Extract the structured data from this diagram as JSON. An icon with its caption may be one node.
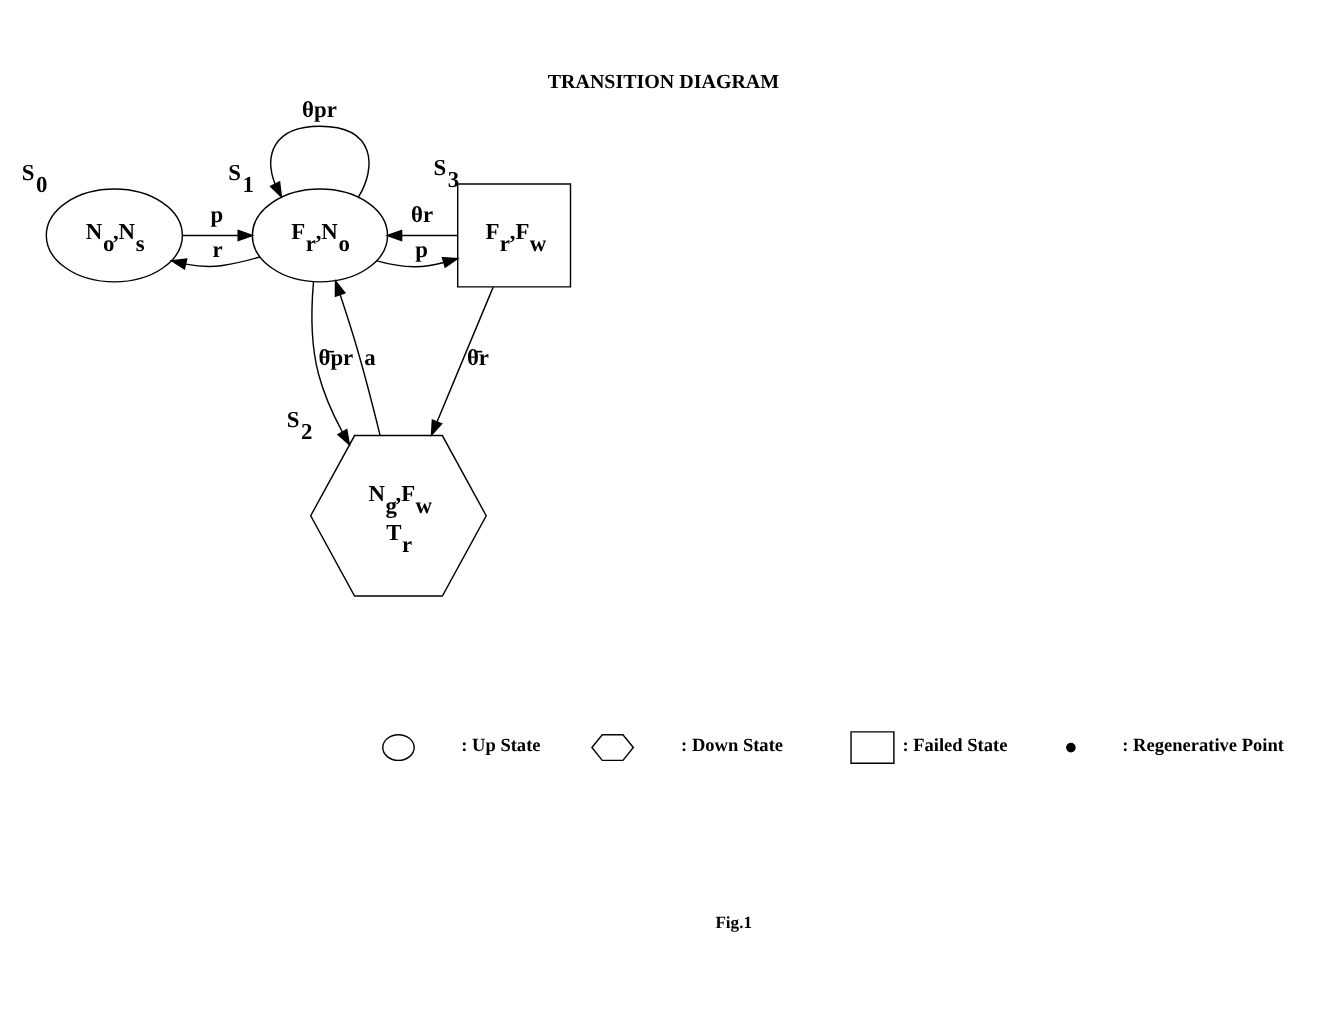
{
  "diagram": {
    "title": "TRANSITION DIAGRAM",
    "caption": "Fig.1",
    "nodes": [
      {
        "text": [
          "N$_{o}$,N$_{s}$"
        ],
        "beside": [
          "S$_{0}$"
        ]
      },
      {
        "text": [
          "F$_{r}$,N$_{o}$"
        ],
        "beside": [
          "S$_{1}$"
        ]
      },
      {
        "text": [
          "F$_{r}$,F$_{w}$"
        ],
        "beside": [
          "S$_{3}$"
        ]
      },
      {
        "text": [
          "N$_{g}$,F$_{w}$",
          "T$_{r}$"
        ],
        "beside": [
          "S$_{2}$"
        ]
      }
    ],
    "edges": [
      {
        "from": 0,
        "to": 1,
        "arrow": "to",
        "label": "p"
      },
      {
        "from": 1,
        "to": 0,
        "arrow": "to",
        "label": "r"
      },
      {
        "from": 1,
        "to": 1,
        "arrow": "to",
        "label": "θpr"
      },
      {
        "from": 1,
        "to": 2,
        "arrow": "to",
        "label": "p"
      },
      {
        "from": 2,
        "to": 1,
        "arrow": "to",
        "label": "θr"
      },
      {
        "from": 1,
        "to": 3,
        "arrow": "to",
        "label": "θ̄pr"
      },
      {
        "from": 3,
        "to": 1,
        "arrow": "to",
        "label": "a"
      },
      {
        "from": 2,
        "to": 3,
        "arrow": "to",
        "label": "θ̄r"
      }
    ],
    "legend": [
      {
        "text": ": Up State"
      },
      {
        "text": ": Down State"
      },
      {
        "text": ": Failed State"
      },
      {
        "text": ": Regenerative Point"
      }
    ]
  }
}
